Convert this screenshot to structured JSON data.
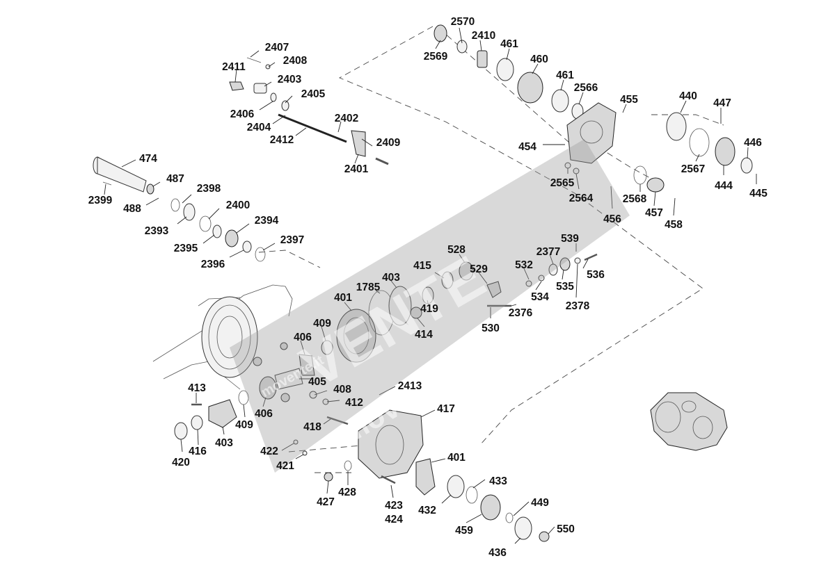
{
  "diagram": {
    "watermark": {
      "brand": "VENTE",
      "site": "movente.it",
      "site_small": "movente.it"
    },
    "part_labels": [
      "2570",
      "2410",
      "2569",
      "461",
      "460",
      "461",
      "2566",
      "455",
      "440",
      "447",
      "454",
      "446",
      "2567",
      "444",
      "445",
      "2565",
      "2564",
      "2568",
      "457",
      "456",
      "458",
      "2407",
      "2408",
      "2411",
      "2403",
      "2405",
      "2406",
      "2404",
      "2402",
      "2412",
      "2409",
      "2401",
      "474",
      "487",
      "2399",
      "488",
      "2398",
      "2400",
      "2393",
      "2394",
      "2395",
      "2397",
      "2396",
      "539",
      "528",
      "2377",
      "532",
      "536",
      "415",
      "529",
      "535",
      "403",
      "1785",
      "534",
      "2378",
      "401",
      "419",
      "2376",
      "414",
      "530",
      "409",
      "406",
      "405",
      "408",
      "2413",
      "406",
      "412",
      "413",
      "417",
      "409",
      "403",
      "418",
      "416",
      "420",
      "422",
      "401",
      "421",
      "433",
      "428",
      "427",
      "423",
      "424",
      "432",
      "449",
      "459",
      "550",
      "436"
    ]
  }
}
